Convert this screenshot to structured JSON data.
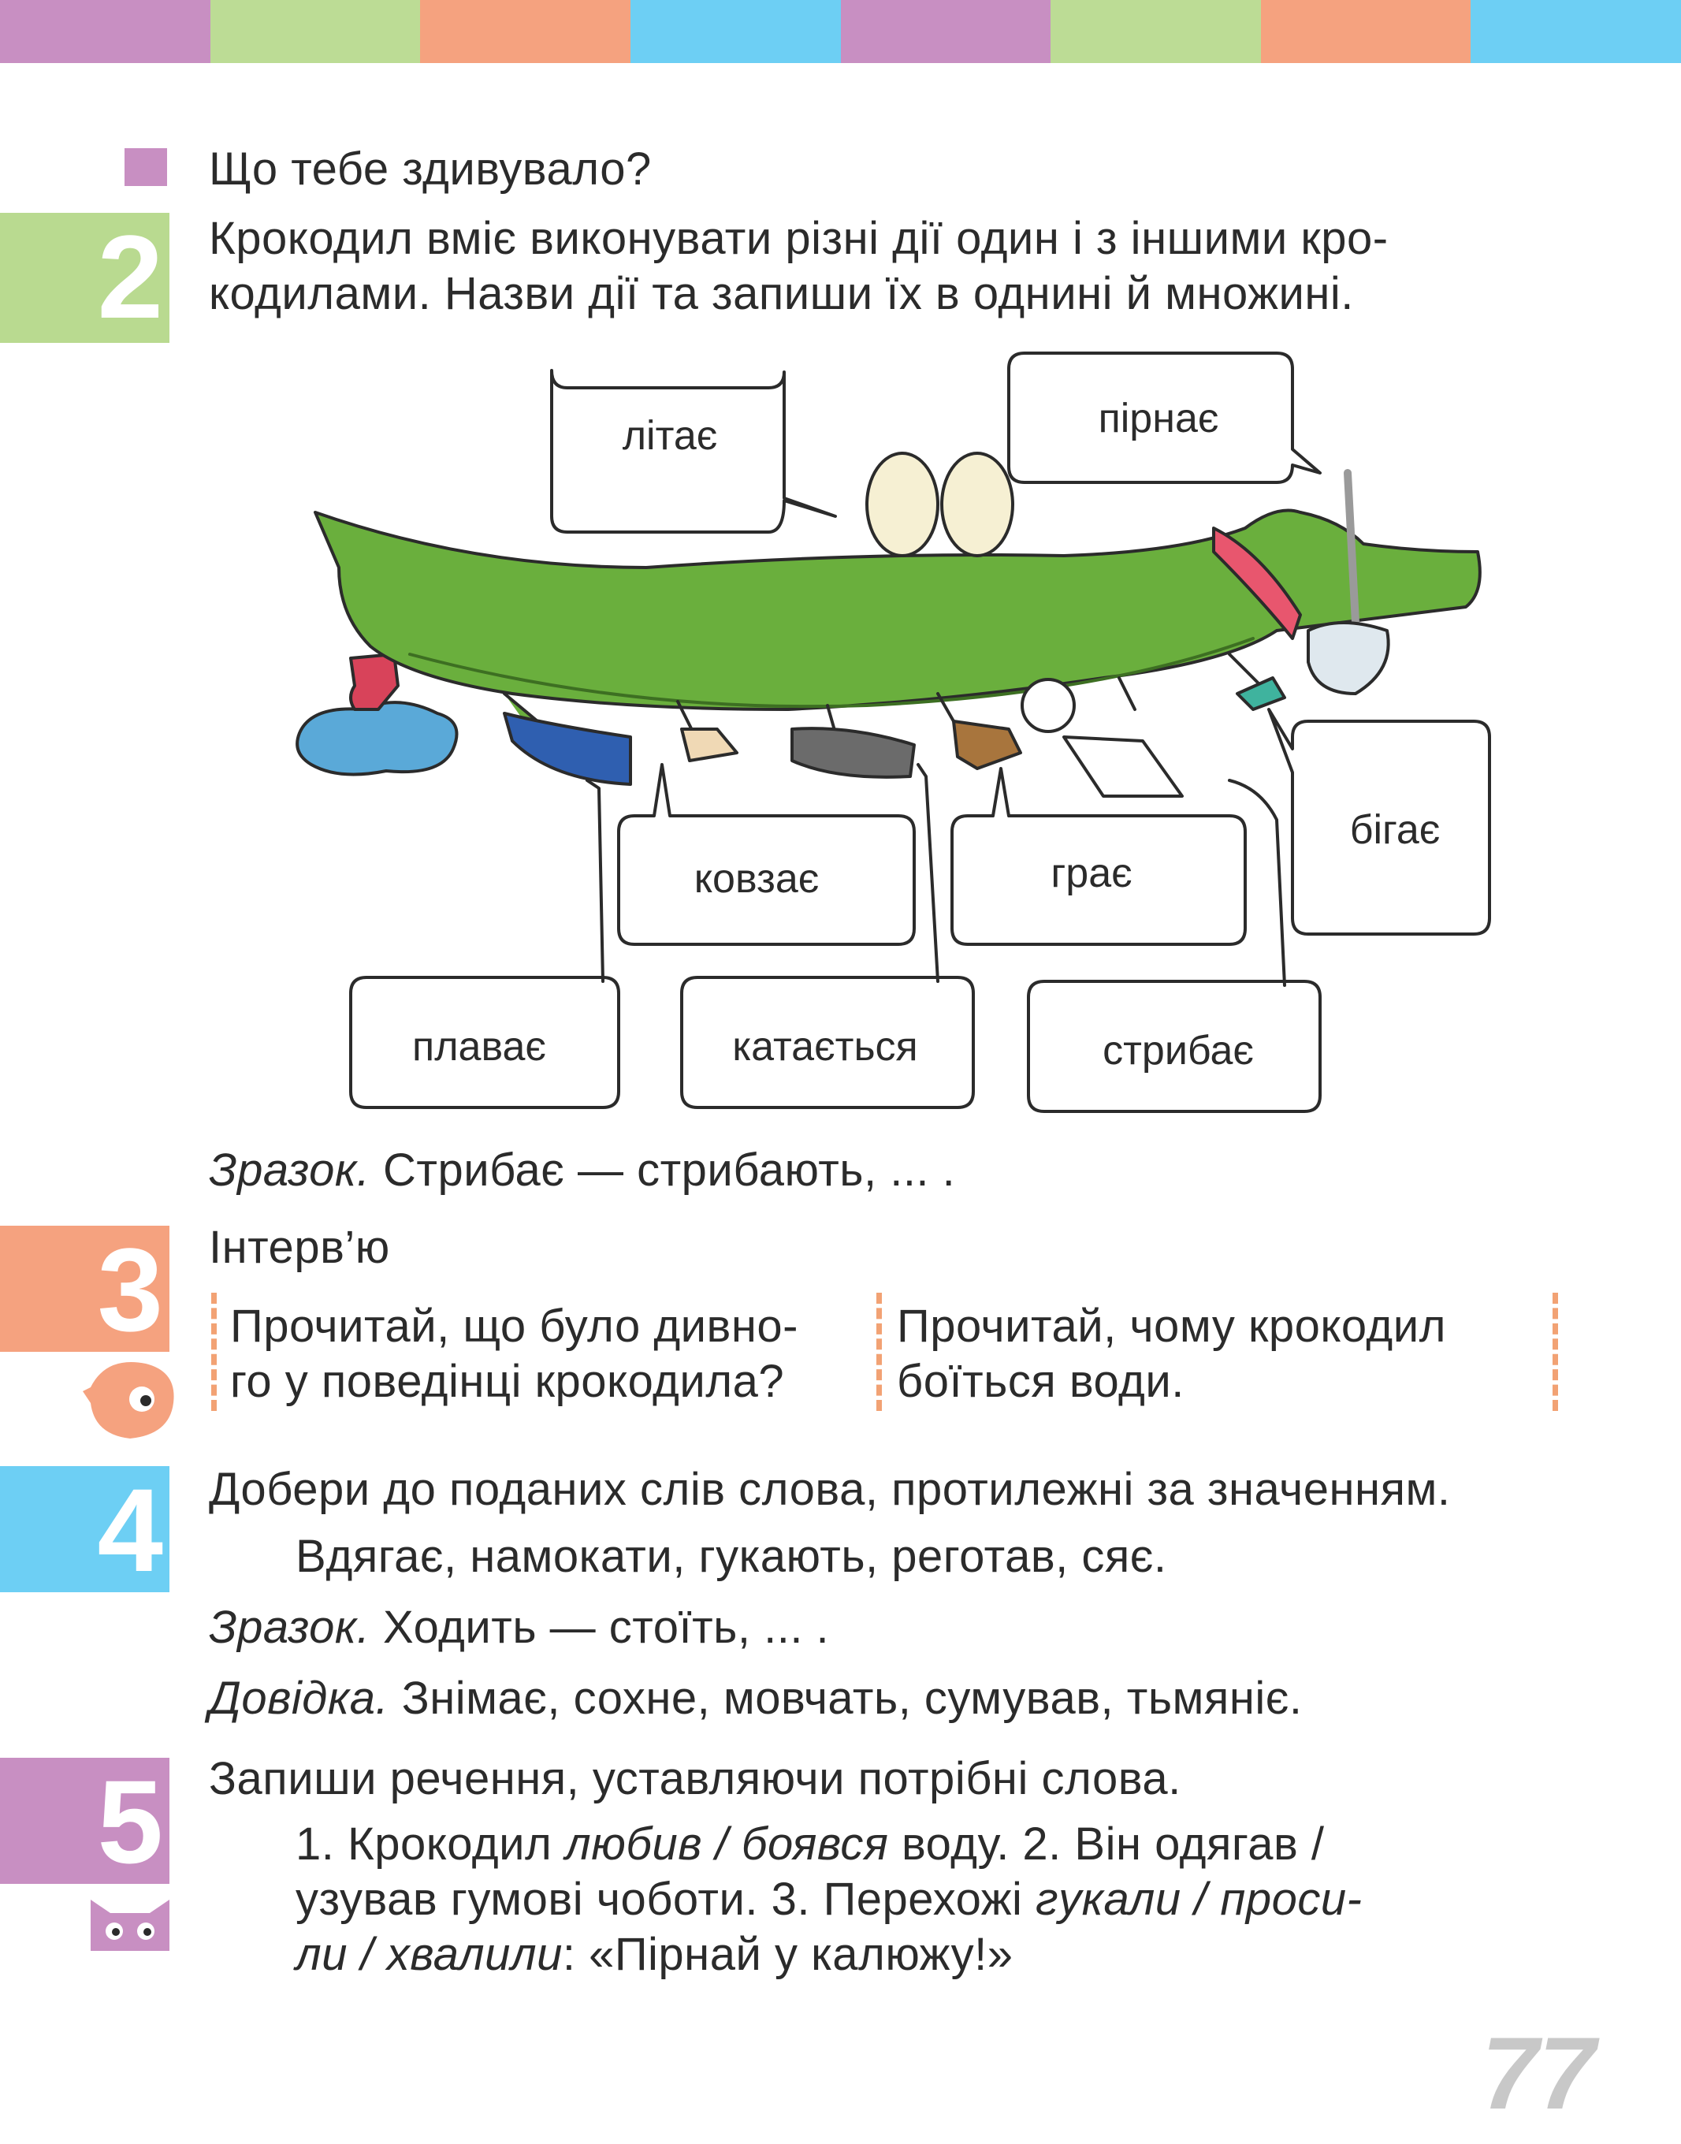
{
  "stripe_colors": [
    "#c88fc2",
    "#bcdc95",
    "#f5a27f",
    "#6dcff4",
    "#c88fc2",
    "#bcdc95",
    "#f5a27f",
    "#6dcff4"
  ],
  "colors": {
    "green": "#b9da90",
    "orange": "#f5a27f",
    "blue": "#6dcff4",
    "violet": "#c88fc2",
    "croc": "#6aaf3d"
  },
  "question": "Що тебе здивувало?",
  "task2": {
    "number": "2",
    "line1": "Крокодил вміє виконувати різні дії один і з іншими кро-",
    "line2": "кодилами. Назви дії та запиши їх в однині й множині.",
    "bubbles": [
      "літає",
      "пірнає",
      "ковзає",
      "грає",
      "бігає",
      "плаває",
      "катається",
      "стрибає"
    ],
    "sample_label": "Зразок.",
    "sample_text": "Стрибає — стрибають, ... ."
  },
  "task3": {
    "number": "3",
    "title": "Інтерв’ю",
    "left_line1": "Прочитай, що було дивно-",
    "left_line2": "го у поведінці крокодила?",
    "right_line1": "Прочитай, чому крокодил",
    "right_line2": "боїться води.",
    "icon": "bird-icon"
  },
  "task4": {
    "number": "4",
    "line1": "Добери до поданих слів слова, протилежні за значенням.",
    "words": "Вдягає, намокати, гукають, реготав, сяє.",
    "sample_label": "Зразок.",
    "sample_text": "Ходить — стоїть, ... .",
    "help_label": "Довідка.",
    "help_text": "Знімає, сохне, мовчать, сумував, тьмяніє."
  },
  "task5": {
    "number": "5",
    "line1": "Запиши речення, уставляючи потрібні слова.",
    "icon": "cat-icon",
    "s1_a": "1. Крокодил ",
    "s1_b": "любив / боявся",
    "s1_c": " воду. 2. Він одягав /",
    "s2_a": "узував гумові чоботи. 3. Перехожі ",
    "s2_b": "гукали / проси-",
    "s3_a": "ли / хвалили",
    "s3_b": ": «Пірнай у калюжу!»"
  },
  "page_number": "77"
}
